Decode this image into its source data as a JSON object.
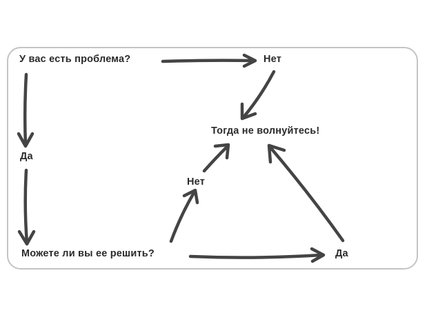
{
  "flowchart": {
    "nodes": {
      "question": "У вас есть проблема?",
      "no_top": "Нет",
      "dont_worry": "Тогда не волнуйтесь!",
      "yes_left": "Да",
      "no_mid": "Нет",
      "can_solve": "Можете ли вы ее решить?",
      "yes_right": "Да"
    },
    "edges": [
      {
        "from": "question",
        "to": "no_top"
      },
      {
        "from": "no_top",
        "to": "dont_worry"
      },
      {
        "from": "question",
        "to": "yes_left"
      },
      {
        "from": "yes_left",
        "to": "can_solve"
      },
      {
        "from": "can_solve",
        "to": "no_mid"
      },
      {
        "from": "no_mid",
        "to": "dont_worry"
      },
      {
        "from": "can_solve",
        "to": "yes_right"
      },
      {
        "from": "yes_right",
        "to": "dont_worry"
      }
    ],
    "colors": {
      "ink": "#444444",
      "text": "#2a2a2a",
      "border": "#c4c4c4"
    }
  }
}
